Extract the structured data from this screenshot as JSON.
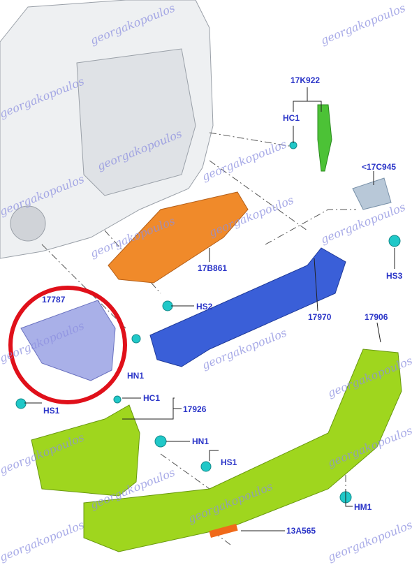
{
  "labels": {
    "p17K922": "17K922",
    "hc1_top": "HC1",
    "p17C945": "<17C945",
    "hs3": "HS3",
    "p17B861": "17B861",
    "hs2": "HS2",
    "p17970": "17970",
    "p17787": "17787",
    "hn1_left": "HN1",
    "p17906": "17906",
    "hs1_left": "HS1",
    "hc1_bottom": "HC1",
    "p17926": "17926",
    "hn1_mid": "HN1",
    "hs1_mid": "HS1",
    "hm1": "HM1",
    "p13A565": "13A565"
  },
  "watermark": "georgakopoulos",
  "colors": {
    "label": "#2b35c8",
    "highlight": "#e0101a",
    "bumper": "#9fd61e",
    "bracket_orange": "#f08a2a",
    "beam_blue": "#3a5fd8",
    "bracket_green": "#4cc236",
    "clip_cyan": "#20c8c8"
  }
}
